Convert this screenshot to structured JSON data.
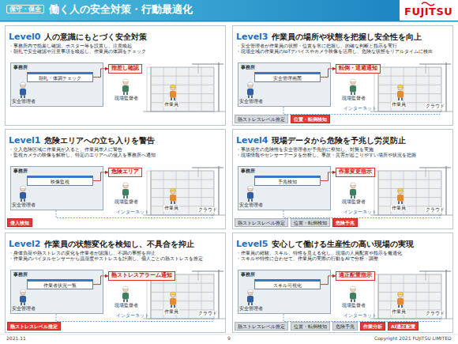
{
  "diagram": {
    "title": "働く人の安全対策・行動最適化",
    "nodes": [
      {
        "text": [
          "Level0",
          "人の意識にもとづく安全対策",
          "・事務所内で指差し確認、ポスター等を設置し、注意喚起",
          "・朝礼で安全確認や注意事項を喚起し、作業員の体調をチェック"
        ]
      },
      {
        "text": [
          "事務所"
        ],
        "in": 0
      },
      {
        "text": [
          "朝礼・体調チェック"
        ],
        "in": 1
      },
      {
        "text": [
          "指差し確認"
        ],
        "in": 0
      },
      {
        "text": [
          "Level1",
          "危険エリアへの立ち入りを警告",
          "・立入危険区域に作業員が入ると、作業員本人に警告",
          "・監視カメラの映像を解析し、特定のエリアへの侵入を事務所へ通知"
        ]
      },
      {
        "text": [
          "事務所"
        ],
        "in": 4
      },
      {
        "text": [
          "映像監視"
        ],
        "in": 5
      },
      {
        "text": [
          "危険エリア"
        ],
        "in": 4
      },
      {
        "text": [
          "侵入検知"
        ],
        "in": 4
      },
      {
        "text": [
          "Level2",
          "作業員の状態変化を検知し、不具合を抑止",
          "・身体負荷や熱ストレスの変化を作業者が認識し、不調の事態を抑止",
          "・作業員のバイタルセンサーから温湿度やストレスを計測し、個人ごとの熱ストレスを推定"
        ]
      },
      {
        "text": [
          "事務所"
        ],
        "in": 9
      },
      {
        "text": [
          "作業者状況一覧"
        ],
        "in": 10
      },
      {
        "text": [
          "熱ストレスアラーム通知"
        ],
        "in": 9
      },
      {
        "text": [
          "熱ストレスレベル推定"
        ],
        "in": 9
      },
      {
        "text": [
          "Level3",
          "作業員の場所や状態を把握し安全性を向上",
          "・安全管理者が作業員の状態・位置を常に把握し、的確な判断と指示を実行",
          "・現場全域の作業員のIoTデバイスやカメラ映像を活用し、危険な状態をリアルタイムに検出"
        ]
      },
      {
        "text": [
          "事務所"
        ],
        "in": 14
      },
      {
        "text": [
          "安全管理画面"
        ],
        "in": 15
      },
      {
        "text": [
          "転倒・退避通知"
        ],
        "in": 14
      },
      {
        "text": [
          "熱ストレスレベル推定"
        ],
        "in": 14
      },
      {
        "text": [
          "位置・転倒検知"
        ],
        "in": 14
      },
      {
        "text": [
          "Level4",
          "現場データから危険を予兆し労災防止",
          "・事故発生の危険性を安全管理者が予兆的に察知し、対策を実施",
          "・現場情報やセンサーデータを分析し、事故・災害が起こりやすい場所や状況を把握"
        ]
      },
      {
        "text": [
          "事務所"
        ],
        "in": 20
      },
      {
        "text": [
          "予兆検知"
        ],
        "in": 21
      },
      {
        "text": [
          "作業変更指示"
        ],
        "in": 20
      },
      {
        "text": [
          "熱ストレスレベル推定"
        ],
        "in": 20
      },
      {
        "text": [
          "位置・転倒検知"
        ],
        "in": 20
      },
      {
        "text": [
          "危険予兆"
        ],
        "in": 20
      },
      {
        "text": [
          "Level5",
          "安心して働ける生産性の高い現場の実現",
          "・作業員の経験、スキル、特性を見える化し、現場の人員配置や指示を最適化",
          "・スキルや特性に合わせて、作業員の実際の行動をAIで分析・調整"
        ]
      },
      {
        "text": [
          "事務所"
        ],
        "in": 27
      },
      {
        "text": [
          "スキル可視化"
        ],
        "in": 28
      },
      {
        "text": [
          "適正配置指示"
        ],
        "in": 27
      },
      {
        "text": [
          "熱ストレスレベル推定"
        ],
        "in": 27
      },
      {
        "text": [
          "位置・転倒検知"
        ],
        "in": 27
      },
      {
        "text": [
          "危険予兆"
        ],
        "in": 27
      },
      {
        "text": [
          "作業分析"
        ],
        "in": 27
      },
      {
        "text": [
          "AI適正配置"
        ],
        "in": 27
      }
    ],
    "edges": [
      {
        "from": 2,
        "to": 3,
        "arrow": "to"
      },
      {
        "from": 6,
        "to": 7,
        "arrow": "to"
      },
      {
        "from": 11,
        "to": 12,
        "arrow": "to"
      },
      {
        "from": 16,
        "to": 17,
        "arrow": "to"
      },
      {
        "from": 22,
        "to": 23,
        "arrow": "to"
      },
      {
        "from": 29,
        "to": 30,
        "arrow": "to"
      }
    ],
    "labels": [
      "保守・保全",
      "FUJITSU",
      "2021.11",
      "9",
      "Copyright 2021 FUJITSU LIMITED",
      "安全管理者",
      "現場監督者",
      "作業員",
      "安全管理者",
      "現場監督者",
      "作業員",
      "インターネット",
      "クラウド",
      "安全管理者",
      "現場監督者",
      "作業員",
      "インターネット",
      "クラウド",
      "安全管理者",
      "現場監督者",
      "作業員",
      "インターネット",
      "クラウド",
      "安全管理者",
      "現場監督者",
      "作業員",
      "インターネット",
      "クラウド",
      "安全管理者",
      "現場監督者",
      "作業員",
      "インターネット",
      "クラウド"
    ]
  }
}
